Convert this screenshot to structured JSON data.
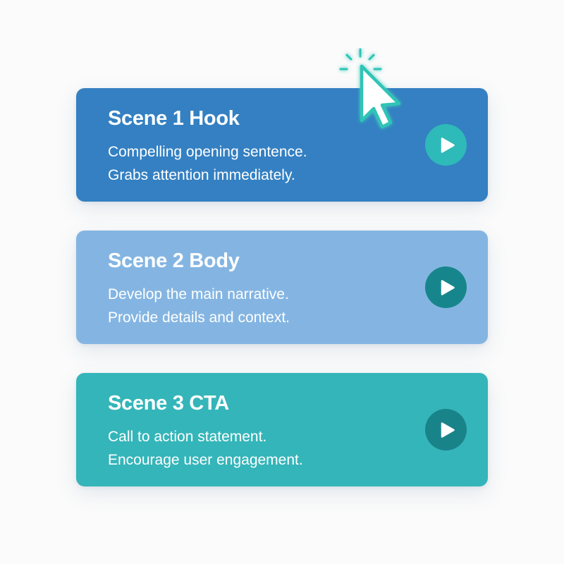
{
  "scenes": [
    {
      "title": "Scene 1 Hook",
      "lines": [
        "Compelling opening sentence.",
        "Grabs attention immediately."
      ],
      "color": "#3480c2",
      "play_color": "#2ebab8",
      "icon": "play-icon"
    },
    {
      "title": "Scene 2 Body",
      "lines": [
        "Develop the main narrative.",
        "Provide details and context."
      ],
      "color": "#84b5e2",
      "play_color": "#17868c",
      "icon": "play-icon"
    },
    {
      "title": "Scene 3 CTA",
      "lines": [
        "Call to action statement.",
        "Encourage user engagement."
      ],
      "color": "#34b5b9",
      "play_color": "#19838a",
      "icon": "play-icon"
    }
  ],
  "cursor": {
    "icon": "pointer-cursor-icon",
    "state": "clicking",
    "hovered_scene": "Scene 1 Hook",
    "accent_color": "#2ec4b6"
  }
}
